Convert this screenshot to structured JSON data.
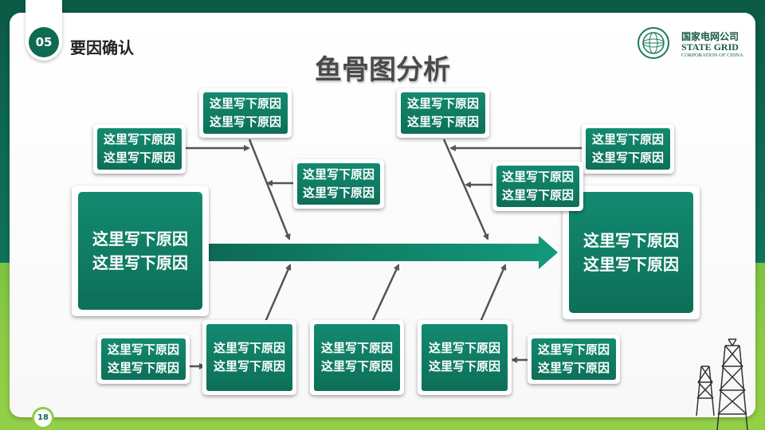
{
  "section": {
    "number": "05",
    "title": "要因确认"
  },
  "logo": {
    "cn": "国家电网公司",
    "en": "STATE GRID",
    "en_sub": "CORPORATION OF CHINA"
  },
  "title": "鱼骨图分析",
  "effect_box": {
    "text": "这里写下原因\n这里写下原因"
  },
  "result_box": {
    "text": "这里写下原因\n这里写下原因"
  },
  "cause_boxes": {
    "top_left_upper": "这里写下原因\n这里写下原因",
    "top_left_side": "这里写下原因\n这里写下原因",
    "top_left_inner": "这里写下原因\n这里写下原因",
    "top_right_upper": "这里写下原因\n这里写下原因",
    "top_right_side": "这里写下原因\n这里写下原因",
    "top_right_inner": "这里写下原因\n这里写下原因",
    "bottom_1": "这里写下原因\n这里写下原因",
    "bottom_2": "这里写下原因\n这里写下原因",
    "bottom_3": "这里写下原因\n这里写下原因",
    "bottom_4": "这里写下原因\n这里写下原因",
    "bottom_right_side": "这里写下原因\n这里写下原因"
  },
  "page_number": "18",
  "colors": {
    "primary": "#0e6a52",
    "accent": "#8dcc45",
    "box_gradient_top": "#138a70"
  }
}
